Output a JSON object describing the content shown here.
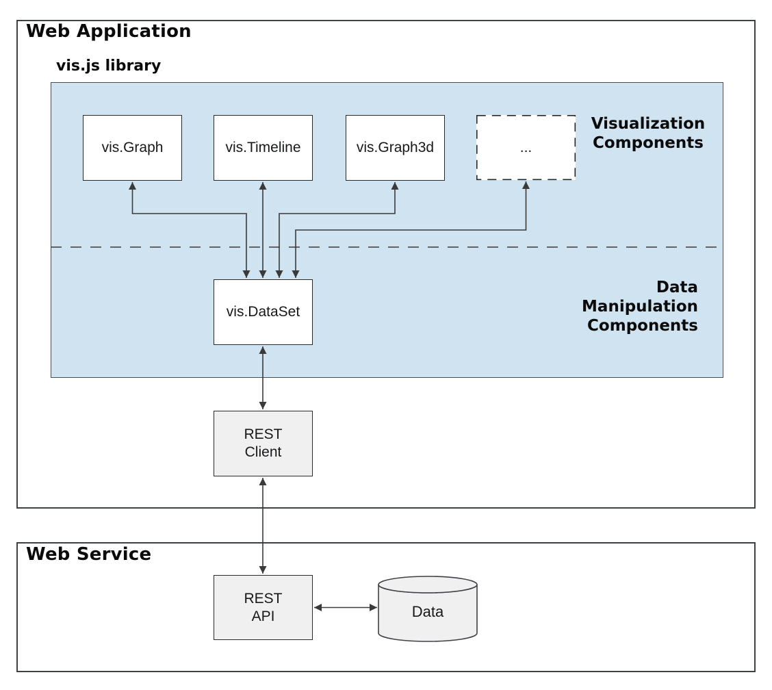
{
  "colors": {
    "library_fill": "#d0e3f1",
    "node_gray_fill": "#f0f0f0",
    "node_white_fill": "#ffffff",
    "arrow": "#3a3a3a"
  },
  "web_application": {
    "title": "Web Application",
    "library": {
      "title": "vis.js library",
      "visualization_section_label": "Visualization\nComponents",
      "data_section_label": "Data\nManipulation\nComponents",
      "components": [
        {
          "label": "vis.Graph"
        },
        {
          "label": "vis.Timeline"
        },
        {
          "label": "vis.Graph3d"
        },
        {
          "label": "..."
        }
      ],
      "dataset_label": "vis.DataSet"
    },
    "rest_client_label": "REST\nClient"
  },
  "web_service": {
    "title": "Web Service",
    "rest_api_label": "REST\nAPI",
    "data_store_label": "Data"
  }
}
